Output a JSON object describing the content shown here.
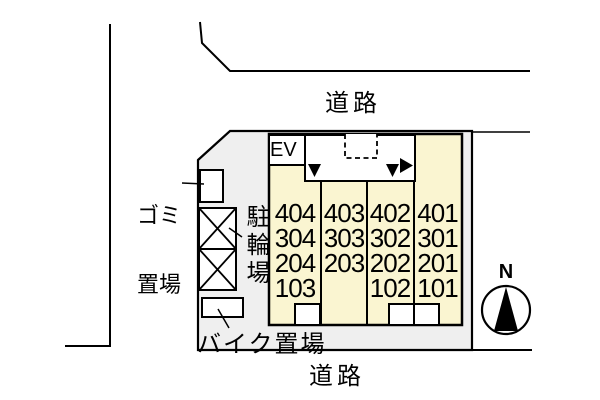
{
  "labels": {
    "road_top": "道路",
    "road_bottom": "道路",
    "garbage_line1": "ゴミ",
    "garbage_line2": "置場",
    "bicycle_parking": "駐輪場",
    "bike_parking": "バイク置場",
    "elevator": "EV",
    "compass_north": "N"
  },
  "units": {
    "floor4": [
      "404",
      "403",
      "402",
      "401"
    ],
    "floor3": [
      "304",
      "303",
      "302",
      "301"
    ],
    "floor2": [
      "204",
      "203",
      "202",
      "201"
    ],
    "floor1": [
      "103",
      "",
      "102",
      "101"
    ]
  },
  "colors": {
    "room_fill": "#FAF5D1",
    "site_fill": "#EFEFEF",
    "line": "#000000",
    "background": "#FFFFFF"
  }
}
